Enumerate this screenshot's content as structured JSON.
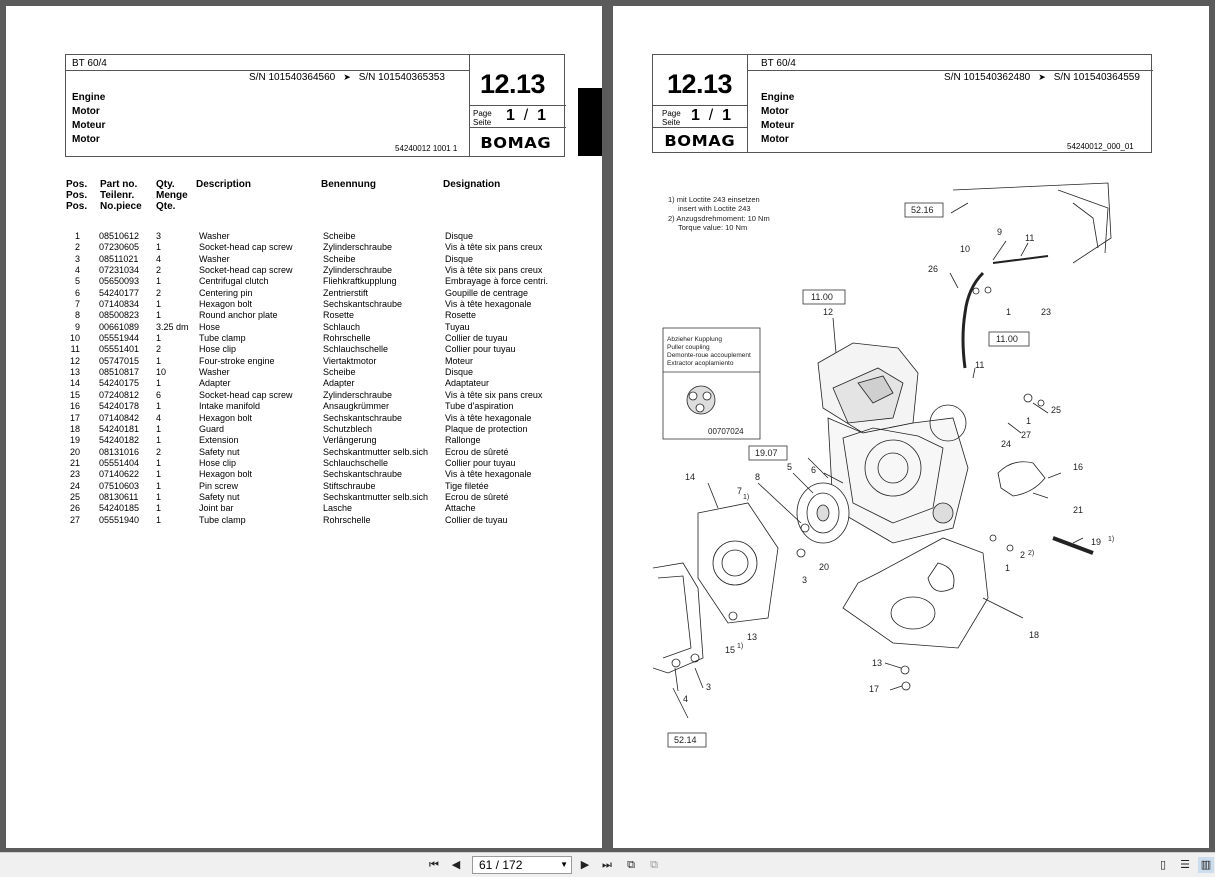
{
  "left": {
    "model": "BT 60/4",
    "sn_from": "S/N 101540364560",
    "sn_to": "S/N 101540365353",
    "section": "12.13",
    "names": [
      "Engine",
      "Motor",
      "Moteur",
      "Motor"
    ],
    "page_label": [
      "Page",
      "Seite"
    ],
    "page_num": "1",
    "page_sep": "/",
    "page_total": "1",
    "doc_no": "54240012 1001 1",
    "brand": "BOMAG",
    "headers": {
      "pos": [
        "Pos.",
        "Pos.",
        "Pos."
      ],
      "part": [
        "Part no.",
        "Teilenr.",
        "No.piece"
      ],
      "qty": [
        "Qty.",
        "Menge",
        "Qte."
      ],
      "desc": "Description",
      "ben": "Benennung",
      "des": "Designation"
    },
    "parts": [
      [
        "1",
        "08510612",
        "3",
        "Washer",
        "Scheibe",
        "Disque"
      ],
      [
        "2",
        "07230605",
        "1",
        "Socket-head cap screw",
        "Zylinderschraube",
        "Vis à tête six pans creux"
      ],
      [
        "3",
        "08511021",
        "4",
        "Washer",
        "Scheibe",
        "Disque"
      ],
      [
        "4",
        "07231034",
        "2",
        "Socket-head cap screw",
        "Zylinderschraube",
        "Vis à tête six pans creux"
      ],
      [
        "5",
        "05650093",
        "1",
        "Centrifugal clutch",
        "Fliehkraftkupplung",
        "Embrayage à force centri."
      ],
      [
        "6",
        "54240177",
        "2",
        "Centering pin",
        "Zentrierstift",
        "Goupille de centrage"
      ],
      [
        "7",
        "07140834",
        "1",
        "Hexagon bolt",
        "Sechskantschraube",
        "Vis à tête hexagonale"
      ],
      [
        "8",
        "08500823",
        "1",
        "Round anchor plate",
        "Rosette",
        "Rosette"
      ],
      [
        "9",
        "00661089",
        "3.25  dm",
        "Hose",
        "Schlauch",
        "Tuyau"
      ],
      [
        "10",
        "05551944",
        "1",
        "Tube clamp",
        "Rohrschelle",
        "Collier de tuyau"
      ],
      [
        "11",
        "05551401",
        "2",
        "Hose clip",
        "Schlauchschelle",
        "Collier pour tuyau"
      ],
      [
        "12",
        "05747015",
        "1",
        "Four-stroke engine",
        "Viertaktmotor",
        "Moteur"
      ],
      [
        "13",
        "08510817",
        "10",
        "Washer",
        "Scheibe",
        "Disque"
      ],
      [
        "14",
        "54240175",
        "1",
        "Adapter",
        "Adapter",
        "Adaptateur"
      ],
      [
        "15",
        "07240812",
        "6",
        "Socket-head cap screw",
        "Zylinderschraube",
        "Vis à tête six pans creux"
      ],
      [
        "16",
        "54240178",
        "1",
        "Intake manifold",
        "Ansaugkrümmer",
        "Tube d'aspiration"
      ],
      [
        "17",
        "07140842",
        "4",
        "Hexagon bolt",
        "Sechskantschraube",
        "Vis à tête hexagonale"
      ],
      [
        "18",
        "54240181",
        "1",
        "Guard",
        "Schutzblech",
        "Plaque de protection"
      ],
      [
        "19",
        "54240182",
        "1",
        "Extension",
        "Verlängerung",
        "Rallonge"
      ],
      [
        "20",
        "08131016",
        "2",
        "Safety nut",
        "Sechskantmutter selb.sich",
        "Ecrou de sûreté"
      ],
      [
        "21",
        "05551404",
        "1",
        "Hose clip",
        "Schlauchschelle",
        "Collier pour tuyau"
      ],
      [
        "23",
        "07140622",
        "1",
        "Hexagon bolt",
        "Sechskantschraube",
        "Vis à tête hexagonale"
      ],
      [
        "24",
        "07510603",
        "1",
        "Pin screw",
        "Stiftschraube",
        "Tige filetée"
      ],
      [
        "25",
        "08130611",
        "1",
        "Safety nut",
        "Sechskantmutter selb.sich",
        "Ecrou de sûreté"
      ],
      [
        "26",
        "54240185",
        "1",
        "Joint bar",
        "Lasche",
        "Attache"
      ],
      [
        "27",
        "05551940",
        "1",
        "Tube clamp",
        "Rohrschelle",
        "Collier de tuyau"
      ]
    ]
  },
  "right": {
    "model": "BT 60/4",
    "sn_from": "S/N 101540362480",
    "sn_to": "S/N 101540364559",
    "section": "12.13",
    "names": [
      "Engine",
      "Motor",
      "Moteur",
      "Motor"
    ],
    "page_label": [
      "Page",
      "Seite"
    ],
    "page_num": "1",
    "page_sep": "/",
    "page_total": "1",
    "doc_no": "54240012_000_01",
    "brand": "BOMAG",
    "notes": [
      "1) mit Loctite 243 einsetzen",
      "insert with Loctite 243",
      "2) Anzugsdrehmoment: 10  Nm",
      "Torque value: 10  Nm"
    ],
    "inset": {
      "lines": [
        "Abzieher Kupplung",
        "Puller coupling",
        "Demonte-roue accouplement",
        "Extractor acoplamiento"
      ],
      "code": "00707024"
    },
    "refs": [
      "52.16",
      "11.00",
      "11.00",
      "19.07",
      "52.14"
    ],
    "callouts": [
      "9",
      "11",
      "10",
      "26",
      "1",
      "23",
      "12",
      "11",
      "25",
      "1",
      "27",
      "24",
      "16",
      "6",
      "5",
      "8",
      "7",
      "1)",
      "14",
      "21",
      "19",
      "1)",
      "2",
      "2)",
      "1",
      "20",
      "3",
      "13",
      "15",
      "1)",
      "18",
      "13",
      "17",
      "4",
      "3"
    ]
  },
  "toolbar": {
    "page_field": "61 / 172",
    "icons": [
      "first-page-icon",
      "prev-page-icon",
      "next-page-icon",
      "last-page-icon",
      "rotate-icon",
      "copy-icon",
      "single-page-icon",
      "continuous-icon",
      "facing-icon"
    ]
  }
}
